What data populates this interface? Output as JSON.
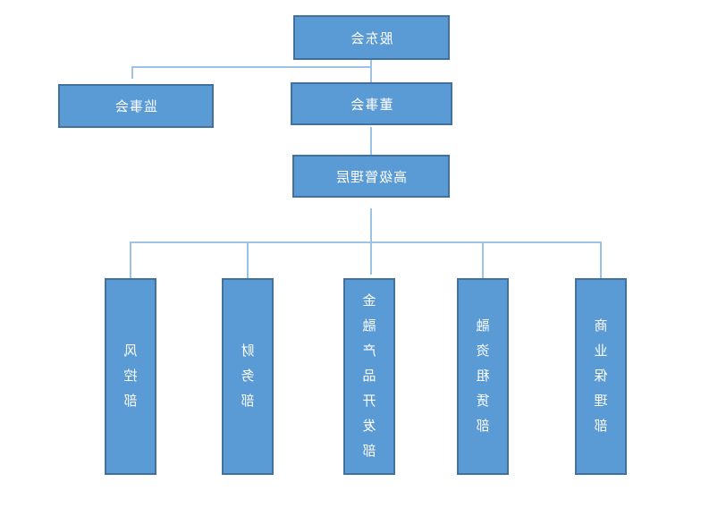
{
  "org_chart": {
    "root": "股东会",
    "level2": {
      "board": "董事会",
      "supervisory_board": "监事会"
    },
    "level3": {
      "senior_management": "高级管理层"
    },
    "departments": [
      "商业保理部",
      "融资租赁部",
      "金融产品开发部",
      "财务部",
      "风控部"
    ]
  },
  "colors": {
    "background": "#FFFFFF",
    "node_fill": "#5B9BD5",
    "node_border": "#41719C",
    "node_text": "#FFFFFF",
    "connector": "#9CC2E5"
  }
}
